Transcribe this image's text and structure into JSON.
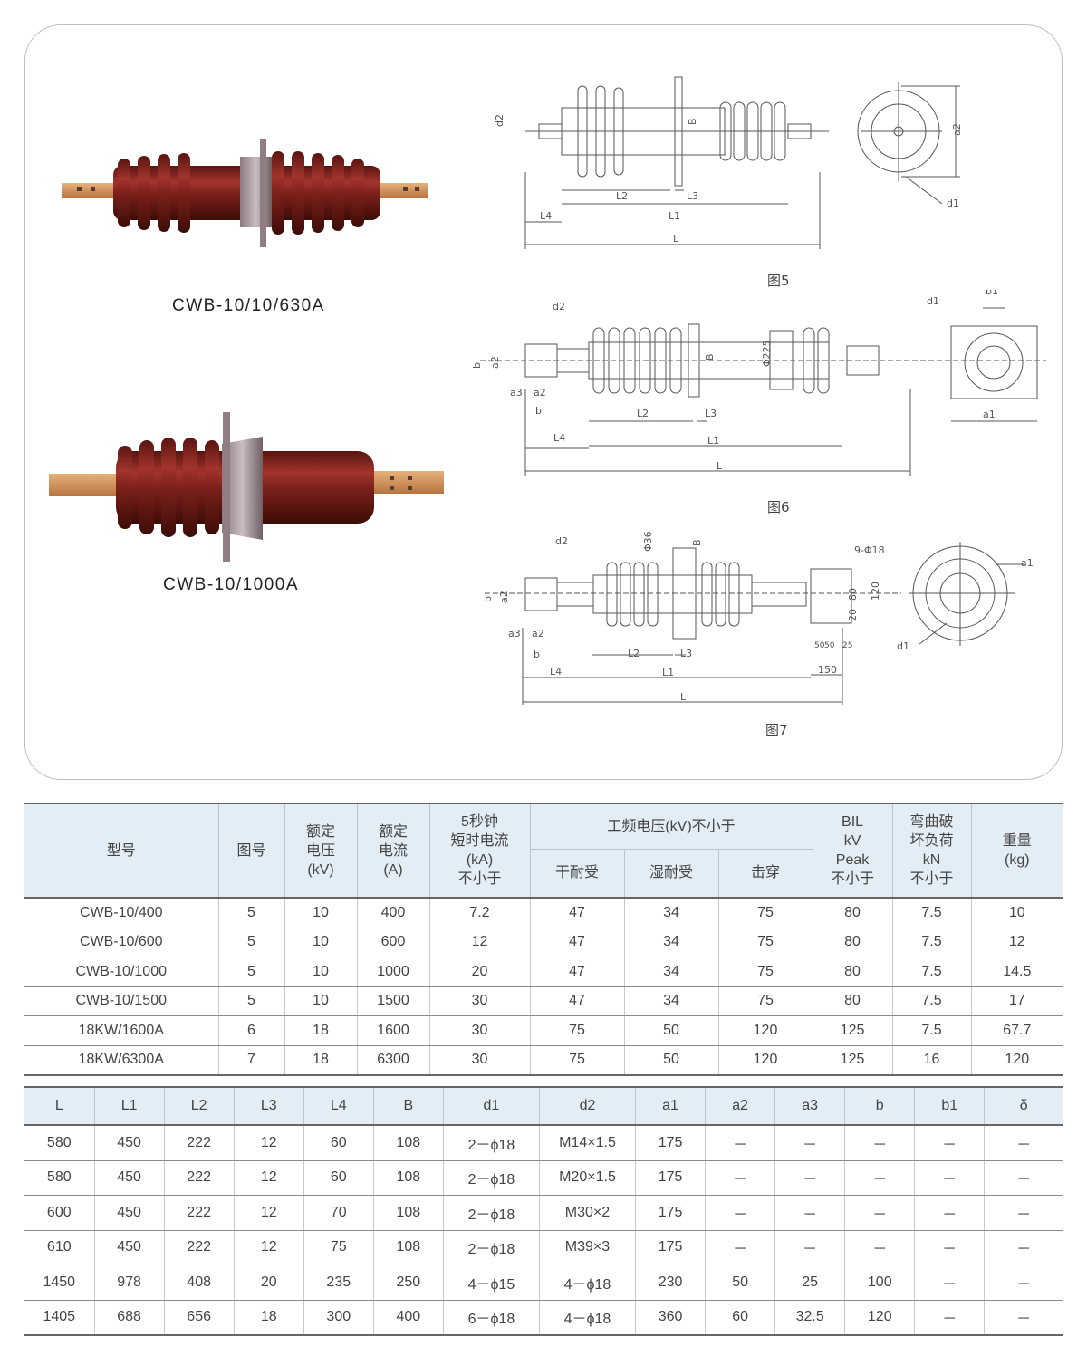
{
  "products": [
    {
      "caption": "CWB-10/10/630A"
    },
    {
      "caption": "CWB-10/1000A"
    }
  ],
  "figures": {
    "fig5": {
      "label": "图5",
      "dims": [
        "d2",
        "B",
        "a2",
        "L2",
        "L3",
        "L4",
        "L1",
        "L",
        "d1"
      ]
    },
    "fig6": {
      "label": "图6",
      "dims": [
        "d2",
        "b",
        "a2",
        "a3",
        "a2",
        "b",
        "B",
        "Φ225",
        "L2",
        "L3",
        "L4",
        "L1",
        "L",
        "d1",
        "b1",
        "a1"
      ]
    },
    "fig7": {
      "label": "图7",
      "dims": [
        "d2",
        "Φ36",
        "B",
        "9-Φ18",
        "a1",
        "b",
        "a2",
        "a3",
        "a2",
        "b",
        "L2",
        "L3",
        "L4",
        "L1",
        "L",
        "80",
        "120",
        "20",
        "50",
        "50",
        "25",
        "150",
        "d1"
      ]
    }
  },
  "spec_table": {
    "headers": {
      "model": "型号",
      "figure": "图号",
      "rated_voltage": [
        "额定",
        "电压",
        "(kV)"
      ],
      "rated_current": [
        "额定",
        "电流",
        "(A)"
      ],
      "short_current": [
        "5秒钟",
        "短时电流",
        "(kA)",
        "不小于"
      ],
      "power_freq_group": "工频电压(kV)不小于",
      "dry": "干耐受",
      "wet": "湿耐受",
      "breakdown": "击穿",
      "bil": [
        "BIL",
        "kV",
        "Peak",
        "不小于"
      ],
      "bending": [
        "弯曲破",
        "坏负荷",
        "kN",
        "不小于"
      ],
      "weight": [
        "重量",
        "(kg)"
      ]
    },
    "rows": [
      [
        "CWB-10/400",
        "5",
        "10",
        "400",
        "7.2",
        "47",
        "34",
        "75",
        "80",
        "7.5",
        "10"
      ],
      [
        "CWB-10/600",
        "5",
        "10",
        "600",
        "12",
        "47",
        "34",
        "75",
        "80",
        "7.5",
        "12"
      ],
      [
        "CWB-10/1000",
        "5",
        "10",
        "1000",
        "20",
        "47",
        "34",
        "75",
        "80",
        "7.5",
        "14.5"
      ],
      [
        "CWB-10/1500",
        "5",
        "10",
        "1500",
        "30",
        "47",
        "34",
        "75",
        "80",
        "7.5",
        "17"
      ],
      [
        "18KW/1600A",
        "6",
        "18",
        "1600",
        "30",
        "75",
        "50",
        "120",
        "125",
        "7.5",
        "67.7"
      ],
      [
        "18KW/6300A",
        "7",
        "18",
        "6300",
        "30",
        "75",
        "50",
        "120",
        "125",
        "16",
        "120"
      ]
    ]
  },
  "dim_table": {
    "headers": [
      "L",
      "L1",
      "L2",
      "L3",
      "L4",
      "B",
      "d1",
      "d2",
      "a1",
      "a2",
      "a3",
      "b",
      "b1",
      "δ"
    ],
    "rows": [
      [
        "580",
        "450",
        "222",
        "12",
        "60",
        "108",
        "2－ϕ18",
        "M14×1.5",
        "175",
        "－",
        "－",
        "－",
        "－",
        "－"
      ],
      [
        "580",
        "450",
        "222",
        "12",
        "60",
        "108",
        "2－ϕ18",
        "M20×1.5",
        "175",
        "－",
        "－",
        "－",
        "－",
        "－"
      ],
      [
        "600",
        "450",
        "222",
        "12",
        "70",
        "108",
        "2－ϕ18",
        "M30×2",
        "175",
        "－",
        "－",
        "－",
        "－",
        "－"
      ],
      [
        "610",
        "450",
        "222",
        "12",
        "75",
        "108",
        "2－ϕ18",
        "M39×3",
        "175",
        "－",
        "－",
        "－",
        "－",
        "－"
      ],
      [
        "1450",
        "978",
        "408",
        "20",
        "235",
        "250",
        "4－ϕ15",
        "4－ϕ18",
        "230",
        "50",
        "25",
        "100",
        "－",
        "－"
      ],
      [
        "1405",
        "688",
        "656",
        "18",
        "300",
        "400",
        "6－ϕ18",
        "4－ϕ18",
        "360",
        "60",
        "32.5",
        "120",
        "－",
        "－"
      ]
    ]
  },
  "colors": {
    "porcelain": "#7a1e1a",
    "copper": "#c88a55",
    "header_bg": "#e3edf5"
  }
}
